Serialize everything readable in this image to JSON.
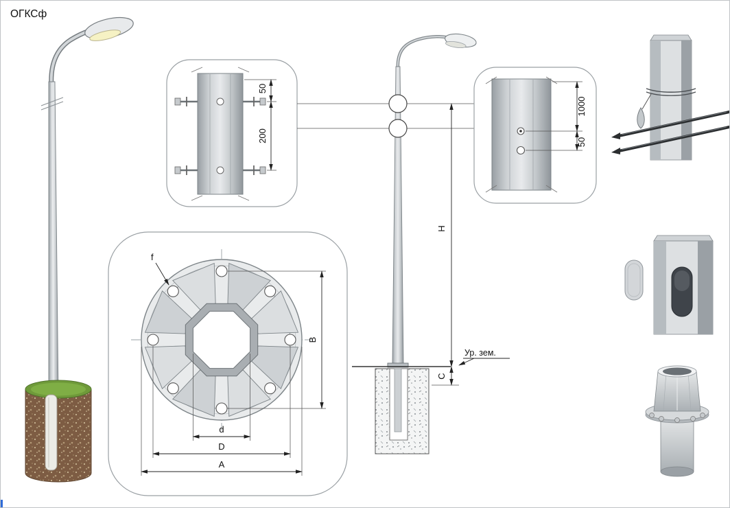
{
  "title": "ОГКСф",
  "detail_top_section": {
    "dim_upper": "50",
    "dim_lower": "200"
  },
  "detail_side_section": {
    "dim_upper": "1000",
    "dim_lower": "50"
  },
  "elevation": {
    "height_label": "H",
    "base_offset_label": "C",
    "ground_level_label": "Ур. зем."
  },
  "flange_plan": {
    "hole_diameter_label": "f",
    "bolt_span_label": "B",
    "inner_octagon_label": "d",
    "bolt_circle_label": "D",
    "outer_diameter_label": "A"
  }
}
